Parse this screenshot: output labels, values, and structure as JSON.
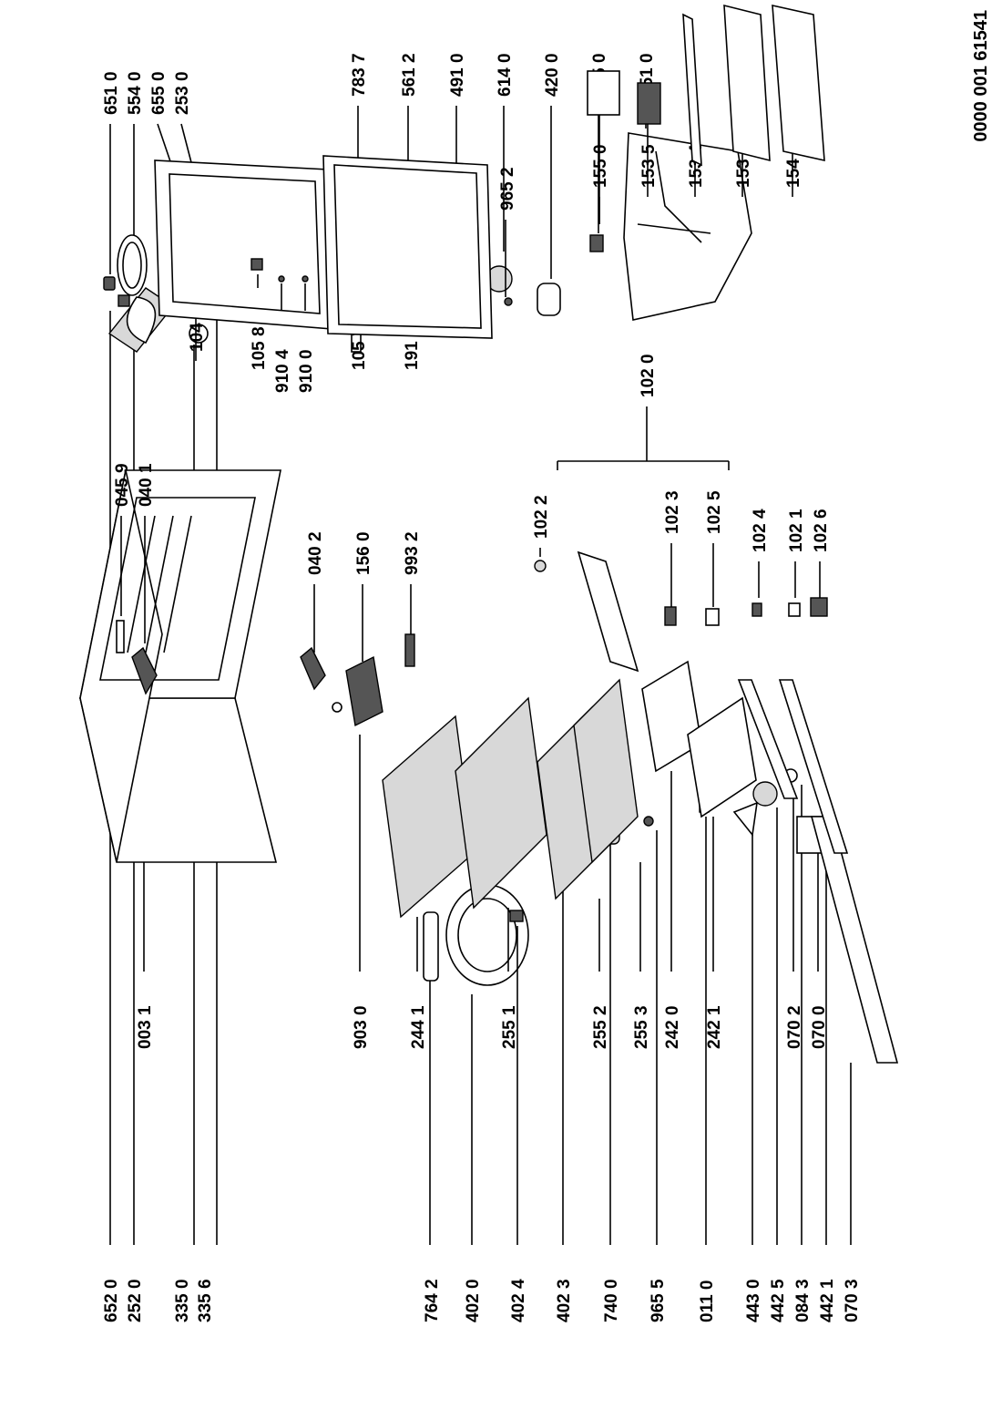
{
  "document_number": "0000 001 61541",
  "labels": {
    "l6510": "651 0",
    "l5540": "554 0",
    "l6550": "655 0",
    "l2530": "253 0",
    "l6520": "652 0",
    "l2520": "252 0",
    "l3350": "335 0",
    "l3356": "335 6",
    "l7837": "783 7",
    "l5612": "561 2",
    "l4910": "491 0",
    "l6140": "614 0",
    "l4200": "420 0",
    "l0650": "065 0",
    "l0510": "051 0",
    "l7642": "764 2",
    "l4020": "402 0",
    "l4024": "402 4",
    "l4023": "402 3",
    "l7400": "740 0",
    "l9655": "965 5",
    "l0110": "011 0",
    "l4430": "443 0",
    "l4425": "442 5",
    "l0843": "084 3",
    "l4421": "442 1",
    "l0703": "070 3",
    "l0031": "003 1",
    "l9030": "903 0",
    "l2441": "244 1",
    "l2551": "255 1",
    "l2552": "255 2",
    "l2553": "255 3",
    "l2420": "242 0",
    "l2421": "242 1",
    "l0702": "070 2",
    "l0700": "070 0",
    "l0459": "045 9",
    "l0401": "040 1",
    "l0402": "040 2",
    "l1560": "156 0",
    "l9932": "993 2",
    "l1022": "102 2",
    "l1020": "102 0",
    "l1023": "102 3",
    "l1025": "102 5",
    "l1024": "102 4",
    "l1021": "102 1",
    "l1026": "102 6",
    "l1040": "104 0",
    "l1058": "105 8",
    "l9104": "910 4",
    "l9100": "910 0",
    "l1057": "105 7",
    "l1911": "191 1",
    "l9652": "965 2",
    "l1550": "155 0",
    "l1535": "153 5",
    "l1534": "153 4",
    "l1533": "153 3",
    "l1540": "154 0"
  }
}
